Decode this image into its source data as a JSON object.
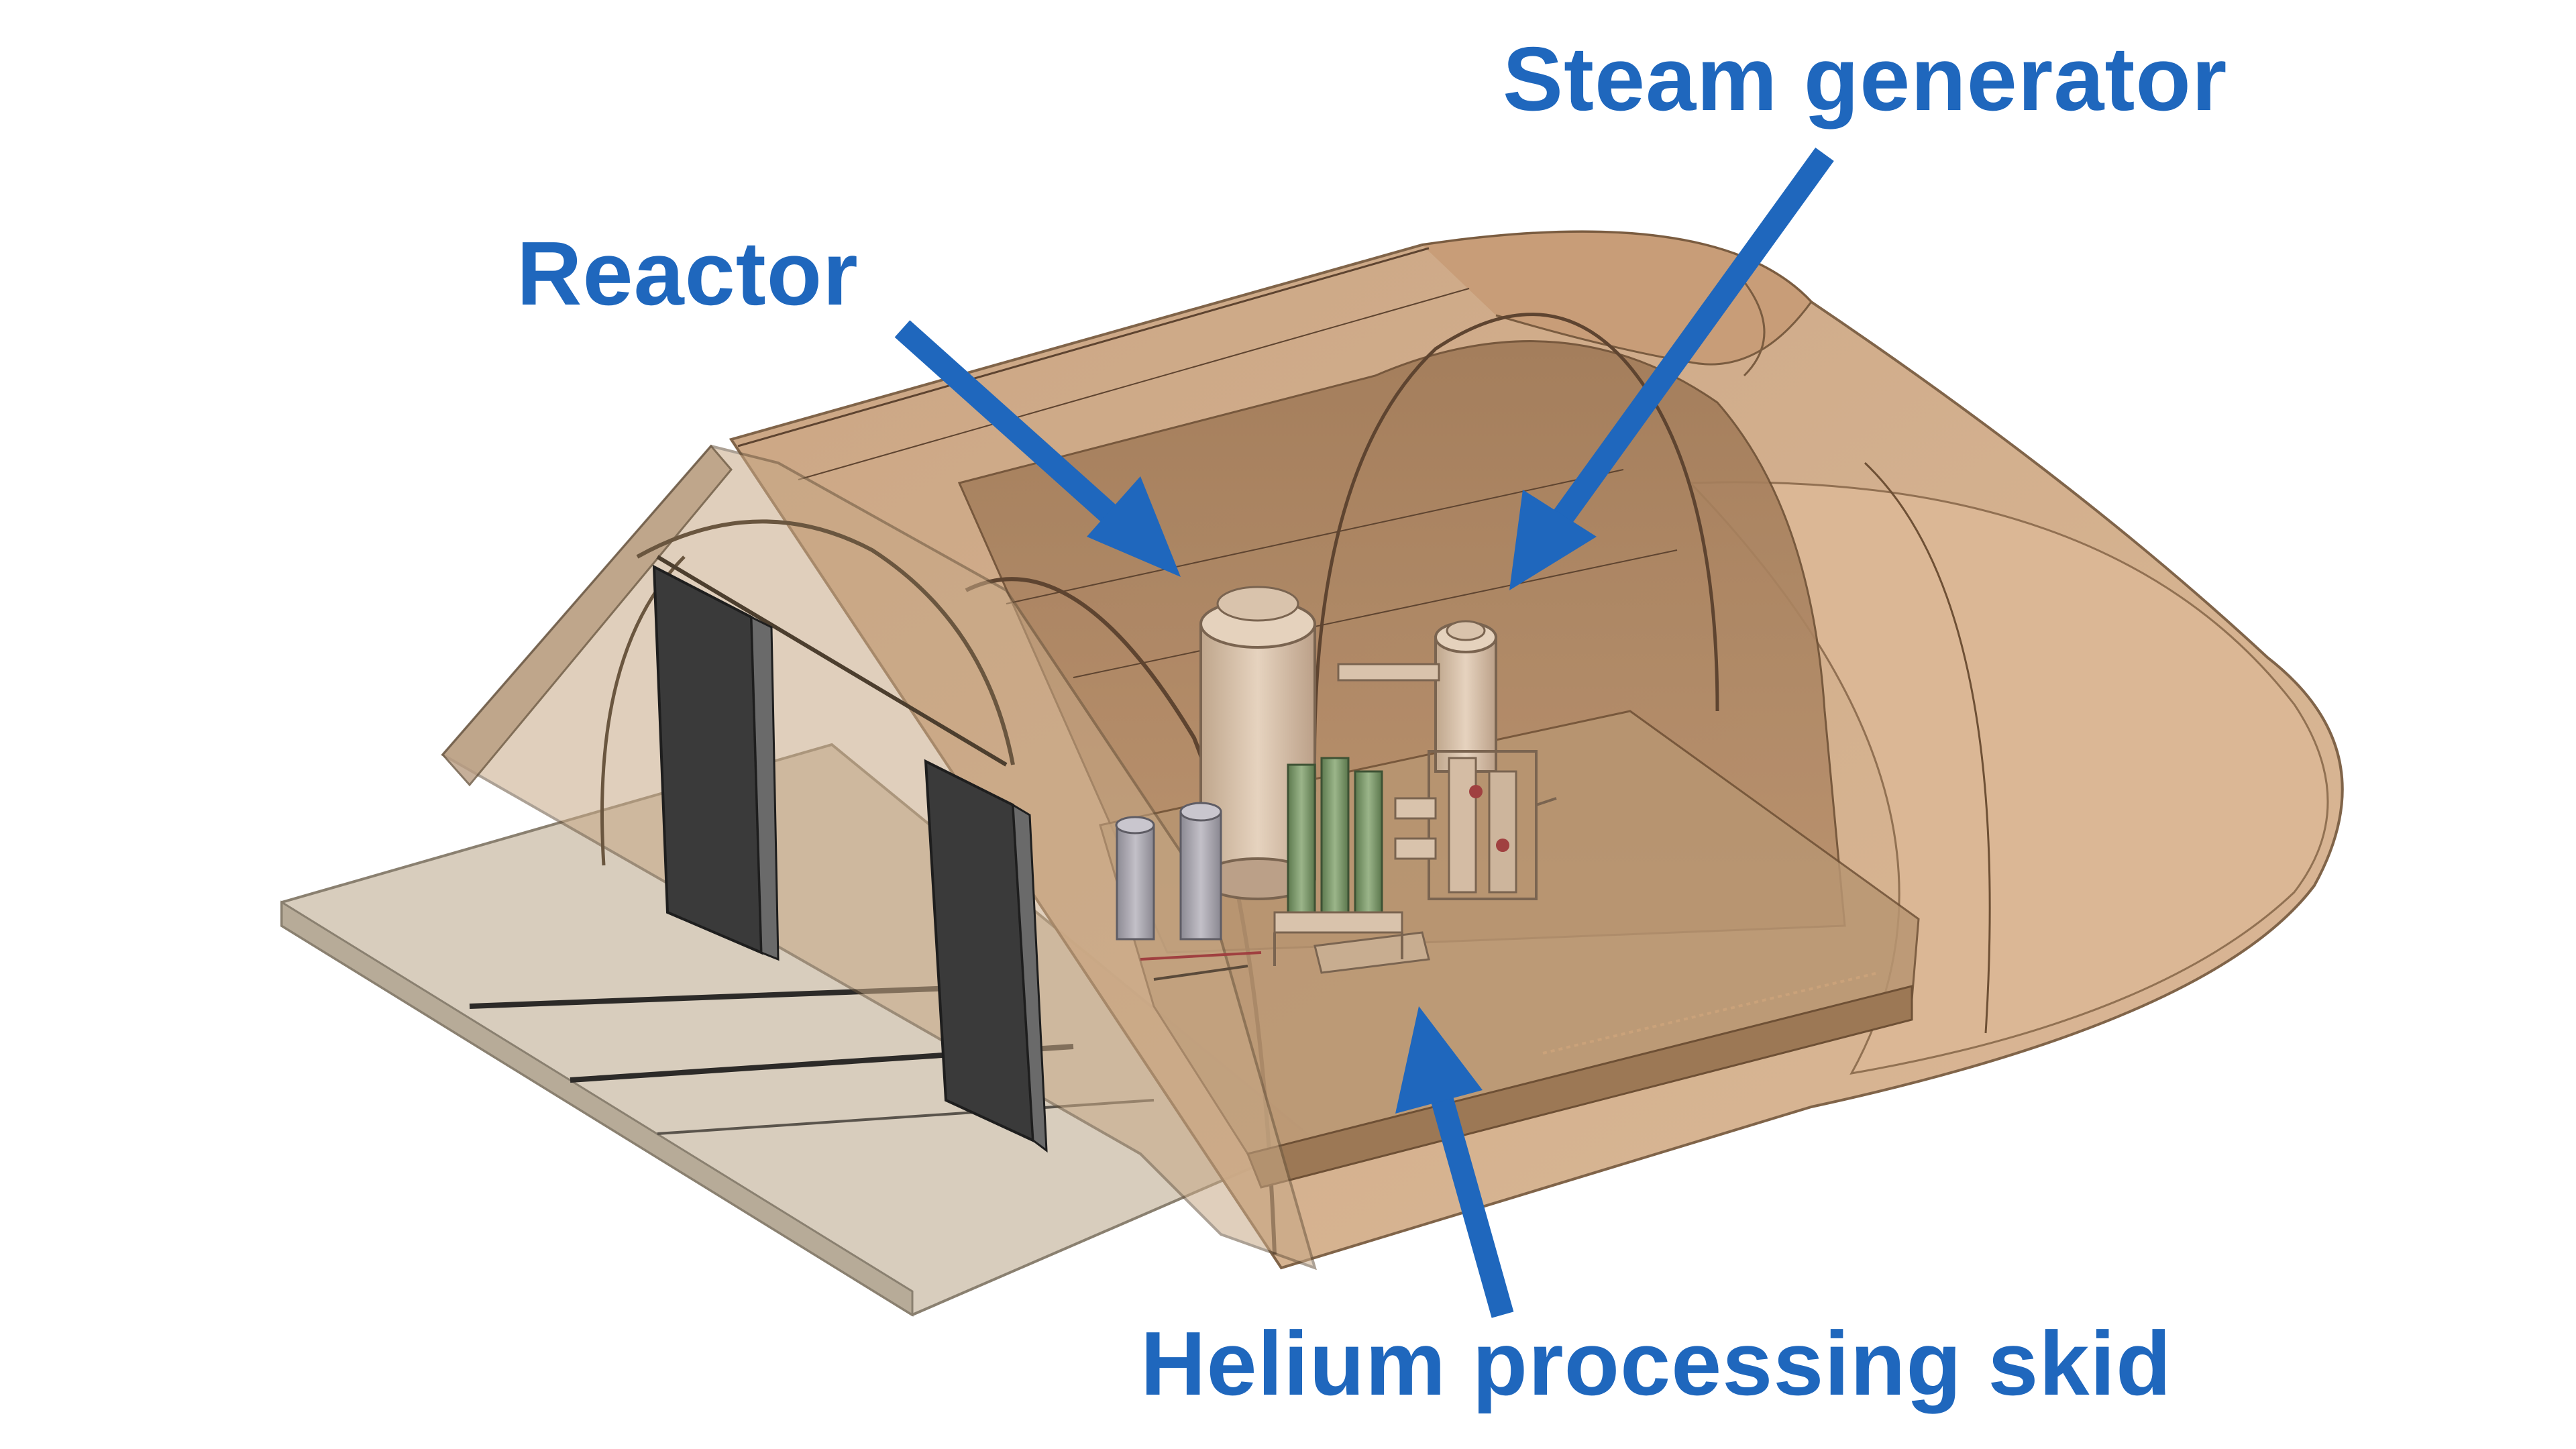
{
  "labels": {
    "reactor": "Reactor",
    "steam_generator": "Steam generator",
    "helium_processing_skid": "Helium processing skid"
  },
  "colors": {
    "label_blue": "#1f67bd",
    "arrow_blue": "#1f67bd",
    "dome_shell": "#b98f6a",
    "dome_shell_light": "#d8b08c",
    "floor_slab": "#d6ccbd",
    "door_dark": "#3c3c3c",
    "equipment": "#d9c3ac",
    "equipment_green": "#7a9668"
  }
}
